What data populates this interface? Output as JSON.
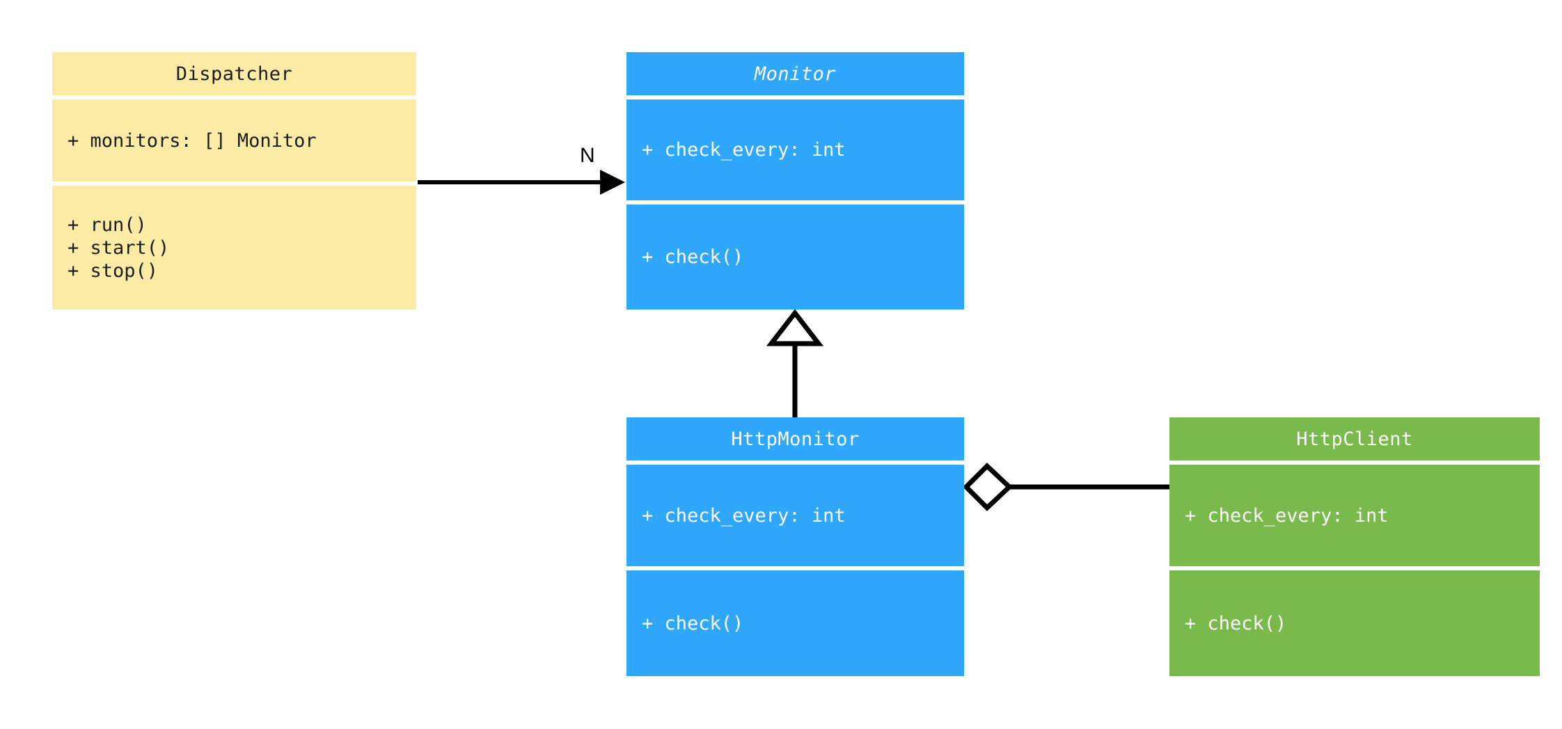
{
  "diagram": {
    "kind": "uml-class-diagram",
    "background": "#ffffff",
    "colors": {
      "dispatcher_fill": "#fceba4",
      "monitor_fill": "#2ea7fc",
      "httpmonitor_fill": "#2ea7fc",
      "httpclient_fill": "#7ab94c",
      "line": "#000000",
      "dark_text": "#1c1c1c",
      "light_text": "#ffffff"
    },
    "classes": [
      {
        "id": "dispatcher",
        "name": "Dispatcher",
        "abstract": false,
        "attributes": [
          "+ monitors: [] Monitor"
        ],
        "methods": [
          "+ run()",
          "+ start()",
          "+ stop()"
        ]
      },
      {
        "id": "monitor",
        "name": "Monitor",
        "abstract": true,
        "attributes": [
          "+ check_every: int"
        ],
        "methods": [
          "+ check()"
        ]
      },
      {
        "id": "httpmonitor",
        "name": "HttpMonitor",
        "abstract": false,
        "attributes": [
          "+ check_every: int"
        ],
        "methods": [
          "+ check()"
        ]
      },
      {
        "id": "httpclient",
        "name": "HttpClient",
        "abstract": false,
        "attributes": [
          "+ check_every: int"
        ],
        "methods": [
          "+ check()"
        ]
      }
    ],
    "relationships": [
      {
        "id": "dispatcher-to-monitor",
        "type": "association",
        "from": "Dispatcher",
        "to": "Monitor",
        "label": "N",
        "arrowhead": "filled-arrow"
      },
      {
        "id": "httpmonitor-to-monitor",
        "type": "generalization",
        "from": "HttpMonitor",
        "to": "Monitor",
        "label": "",
        "arrowhead": "hollow-triangle"
      },
      {
        "id": "httpmonitor-to-httpclient",
        "type": "aggregation",
        "from": "HttpMonitor",
        "to": "HttpClient",
        "label": "",
        "arrowhead": "hollow-diamond"
      }
    ]
  }
}
